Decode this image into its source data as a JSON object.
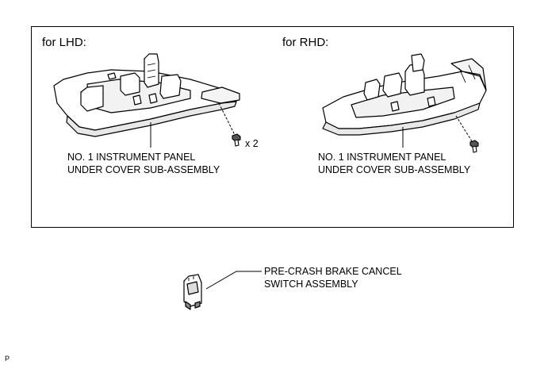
{
  "panels": {
    "lhd": {
      "heading": "for LHD:",
      "qty": "x 2",
      "label_line1": "NO. 1 INSTRUMENT PANEL",
      "label_line2": "UNDER COVER SUB-ASSEMBLY"
    },
    "rhd": {
      "heading": "for RHD:",
      "label_line1": "NO. 1 INSTRUMENT PANEL",
      "label_line2": "UNDER COVER SUB-ASSEMBLY"
    }
  },
  "switch": {
    "label_line1": "PRE-CRASH BRAKE CANCEL",
    "label_line2": "SWITCH ASSEMBLY"
  },
  "corner_code": "P"
}
